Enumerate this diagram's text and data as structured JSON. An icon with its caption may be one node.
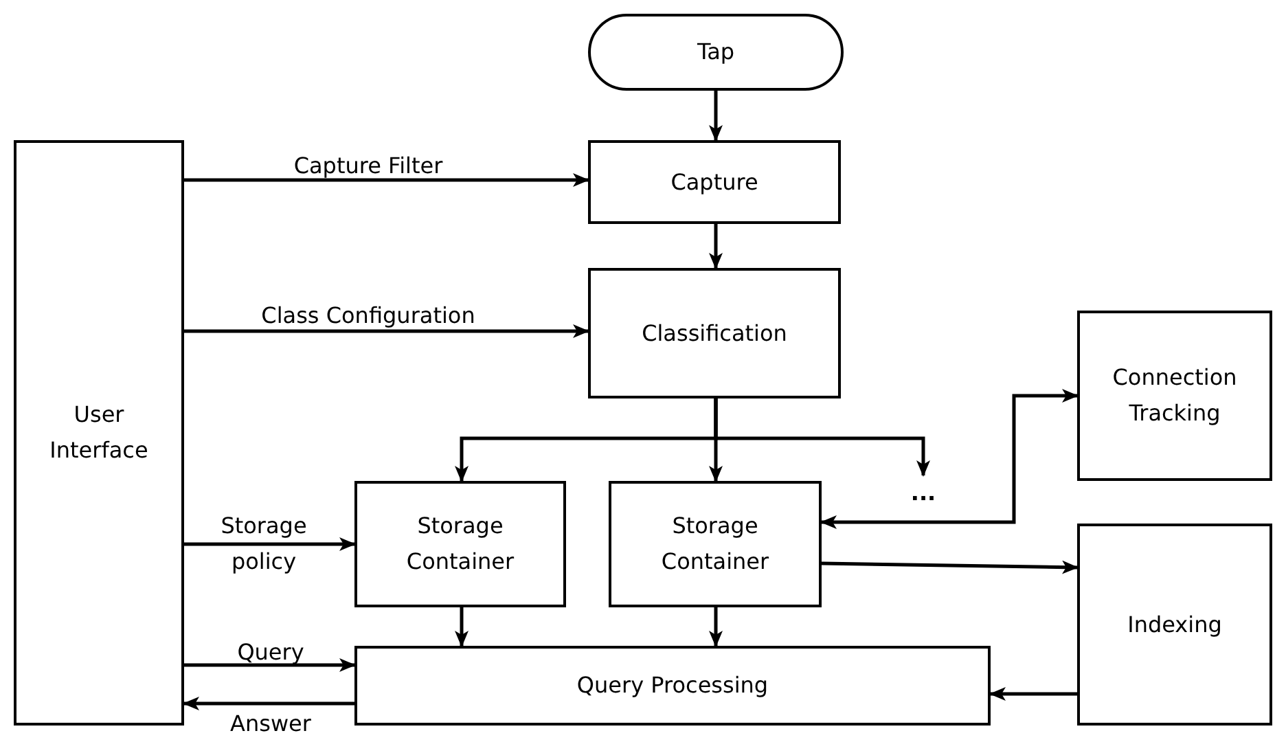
{
  "diagram": {
    "nodes": [
      {
        "text": [
          "Tap"
        ]
      },
      {
        "text": [
          "Capture"
        ]
      },
      {
        "text": [
          "Classification"
        ]
      },
      {
        "text": [
          "User Interface"
        ]
      },
      {
        "text": [
          "Connection Tracking"
        ]
      },
      {
        "text": [
          "Storage Container"
        ]
      },
      {
        "text": [
          "Storage Container"
        ]
      },
      {
        "text": [
          "..."
        ]
      },
      {
        "text": [
          "Indexing"
        ]
      },
      {
        "text": [
          "Query Processing"
        ]
      }
    ],
    "edges": [
      {
        "from": 0,
        "to": 1,
        "arrow": "to"
      },
      {
        "from": 1,
        "to": 2,
        "arrow": "to"
      },
      {
        "from": 3,
        "to": 1,
        "arrow": "to",
        "label": "Capture Filter"
      },
      {
        "from": 3,
        "to": 2,
        "arrow": "to",
        "label": "Class Configuration"
      },
      {
        "from": 2,
        "to": 5,
        "arrow": "to"
      },
      {
        "from": 2,
        "to": 6,
        "arrow": "to"
      },
      {
        "from": 2,
        "to": 7,
        "arrow": "to"
      },
      {
        "from": 6,
        "to": 4,
        "arrow": "both"
      },
      {
        "from": 6,
        "to": 8,
        "arrow": "to"
      },
      {
        "from": 3,
        "to": 5,
        "arrow": "to",
        "label": "Storage policy"
      },
      {
        "from": 5,
        "to": 9,
        "arrow": "to"
      },
      {
        "from": 6,
        "to": 9,
        "arrow": "to"
      },
      {
        "from": 3,
        "to": 9,
        "arrow": "to",
        "label": "Query"
      },
      {
        "from": 9,
        "to": 3,
        "arrow": "to",
        "label": "Answer"
      },
      {
        "from": 8,
        "to": 9,
        "arrow": "to"
      }
    ]
  }
}
